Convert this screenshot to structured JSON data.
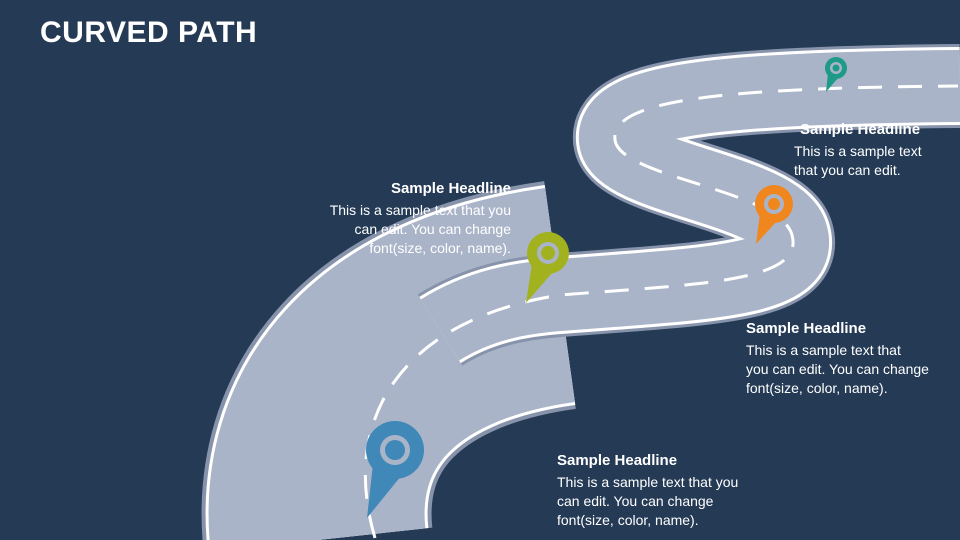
{
  "title": "CURVED PATH",
  "colors": {
    "background": "#243a55",
    "road": "#aab4c8",
    "pin_blue": "#3f88b8",
    "pin_green": "#a2b21f",
    "pin_orange": "#f0871e",
    "pin_teal": "#1e9a8a"
  },
  "blocks": [
    {
      "headline": "Sample Headline",
      "lines": [
        "This is a sample text",
        "that you can edit."
      ]
    },
    {
      "headline": "Sample Headline",
      "lines": [
        "This is a sample text that you",
        "can edit. You can change",
        "font(size, color, name)."
      ]
    },
    {
      "headline": "Sample Headline",
      "lines": [
        "This is a sample text that",
        "you can edit. You can change",
        "font(size, color, name)."
      ]
    },
    {
      "headline": "Sample Headline",
      "lines": [
        "This is a sample text that you",
        "can edit. You can change",
        "font(size, color, name)."
      ]
    }
  ]
}
